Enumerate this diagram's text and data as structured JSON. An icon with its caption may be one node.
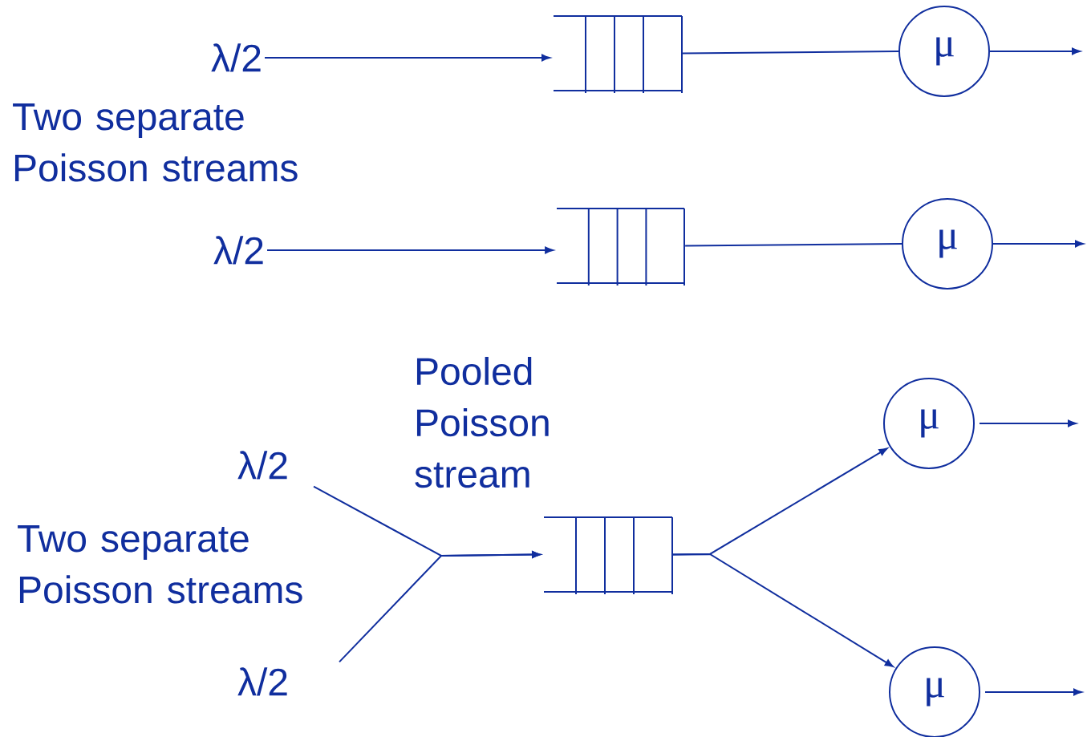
{
  "diagram": {
    "nodes": [
      {
        "text": [
          "λ/2"
        ]
      },
      {
        "text": [],
        "shape": "box"
      },
      {
        "text": [
          "μ"
        ]
      },
      {
        "text": [
          "λ/2"
        ]
      },
      {
        "text": [],
        "shape": "box"
      },
      {
        "text": [
          "μ"
        ]
      },
      {
        "text": [
          "λ/2"
        ]
      },
      {
        "text": [
          "λ/2"
        ]
      },
      {
        "text": [],
        "shape": "box"
      },
      {
        "text": [
          "μ"
        ]
      },
      {
        "text": [
          "μ"
        ]
      }
    ],
    "edges": [
      {
        "from": 0,
        "to": 1,
        "arrow": "to"
      },
      {
        "from": 1,
        "to": 2,
        "arrow": "none"
      },
      {
        "from": 2,
        "to": null,
        "arrow": "to"
      },
      {
        "from": 3,
        "to": 4,
        "arrow": "to"
      },
      {
        "from": 4,
        "to": 5,
        "arrow": "none"
      },
      {
        "from": 5,
        "to": null,
        "arrow": "to"
      },
      {
        "from": 6,
        "to": 8,
        "arrow": "to"
      },
      {
        "from": 7,
        "to": 8,
        "arrow": "to"
      },
      {
        "from": 8,
        "to": 9,
        "arrow": "to"
      },
      {
        "from": 8,
        "to": 10,
        "arrow": "to"
      },
      {
        "from": 9,
        "to": null,
        "arrow": "to"
      },
      {
        "from": 10,
        "to": null,
        "arrow": "to"
      }
    ],
    "labels": [
      "Two separate Poisson streams",
      "Pooled Poisson stream",
      "Two separate Poisson streams"
    ]
  }
}
